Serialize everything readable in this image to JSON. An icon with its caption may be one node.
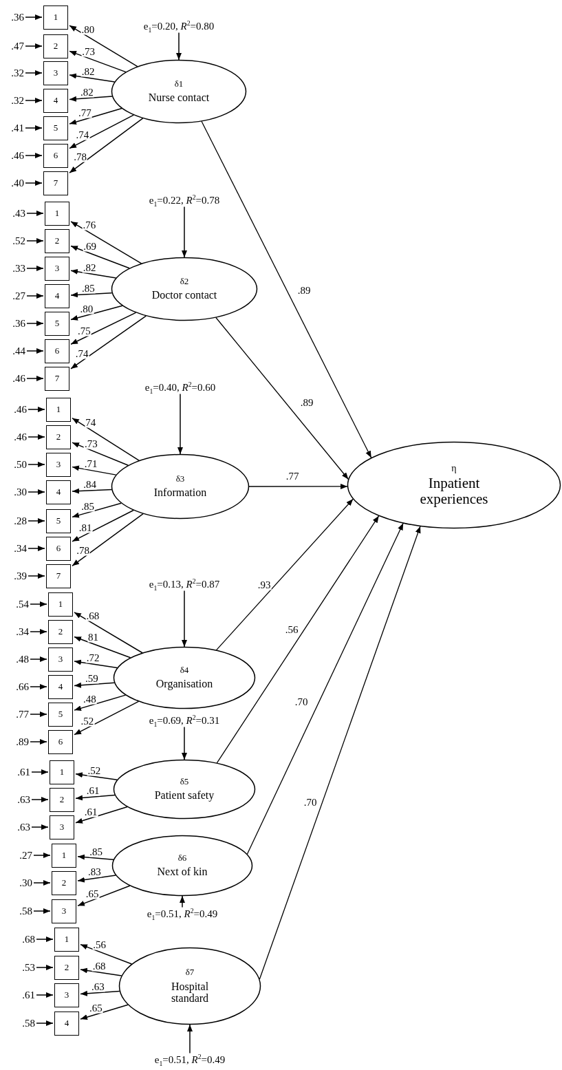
{
  "diagram": {
    "nodes": [
      {
        "text": [
          "e$_{1}$=0.20, *R*$^{2}$=0.80"
        ]
      },
      {
        "text": [
          "δ1",
          "Nurse contact"
        ]
      },
      {
        "text": [
          ".36"
        ]
      },
      {
        "text": [
          "1"
        ]
      },
      {
        "text": [
          ".47"
        ]
      },
      {
        "text": [
          "2"
        ]
      },
      {
        "text": [
          ".32"
        ]
      },
      {
        "text": [
          "3"
        ]
      },
      {
        "text": [
          ".32"
        ]
      },
      {
        "text": [
          "4"
        ]
      },
      {
        "text": [
          ".41"
        ]
      },
      {
        "text": [
          "5"
        ]
      },
      {
        "text": [
          ".46"
        ]
      },
      {
        "text": [
          "6"
        ]
      },
      {
        "text": [
          ".40"
        ]
      },
      {
        "text": [
          "7"
        ]
      },
      {
        "text": [
          "e$_{1}$=0.22, *R*$^{2}$=0.78"
        ]
      },
      {
        "text": [
          "δ2",
          "Doctor contact"
        ]
      },
      {
        "text": [
          ".43"
        ]
      },
      {
        "text": [
          "1"
        ]
      },
      {
        "text": [
          ".52"
        ]
      },
      {
        "text": [
          "2"
        ]
      },
      {
        "text": [
          ".33"
        ]
      },
      {
        "text": [
          "3"
        ]
      },
      {
        "text": [
          ".27"
        ]
      },
      {
        "text": [
          "4"
        ]
      },
      {
        "text": [
          ".36"
        ]
      },
      {
        "text": [
          "5"
        ]
      },
      {
        "text": [
          ".44"
        ]
      },
      {
        "text": [
          "6"
        ]
      },
      {
        "text": [
          ".46"
        ]
      },
      {
        "text": [
          "7"
        ]
      },
      {
        "text": [
          "e$_{1}$=0.40, *R*$^{2}$=0.60"
        ]
      },
      {
        "text": [
          "δ3",
          "Information"
        ]
      },
      {
        "text": [
          ".46"
        ]
      },
      {
        "text": [
          "1"
        ]
      },
      {
        "text": [
          ".46"
        ]
      },
      {
        "text": [
          "2"
        ]
      },
      {
        "text": [
          ".50"
        ]
      },
      {
        "text": [
          "3"
        ]
      },
      {
        "text": [
          ".30"
        ]
      },
      {
        "text": [
          "4"
        ]
      },
      {
        "text": [
          ".28"
        ]
      },
      {
        "text": [
          "5"
        ]
      },
      {
        "text": [
          ".34"
        ]
      },
      {
        "text": [
          "6"
        ]
      },
      {
        "text": [
          ".39"
        ]
      },
      {
        "text": [
          "7"
        ]
      },
      {
        "text": [
          "e$_{1}$=0.13, *R*$^{2}$=0.87"
        ]
      },
      {
        "text": [
          "δ4",
          "Organisation"
        ]
      },
      {
        "text": [
          ".54"
        ]
      },
      {
        "text": [
          "1"
        ]
      },
      {
        "text": [
          ".34"
        ]
      },
      {
        "text": [
          "2"
        ]
      },
      {
        "text": [
          ".48"
        ]
      },
      {
        "text": [
          "3"
        ]
      },
      {
        "text": [
          ".66"
        ]
      },
      {
        "text": [
          "4"
        ]
      },
      {
        "text": [
          ".77"
        ]
      },
      {
        "text": [
          "5"
        ]
      },
      {
        "text": [
          ".89"
        ]
      },
      {
        "text": [
          "6"
        ]
      },
      {
        "text": [
          "e$_{1}$=0.69, *R*$^{2}$=0.31"
        ]
      },
      {
        "text": [
          "δ5",
          "Patient safety"
        ]
      },
      {
        "text": [
          ".61"
        ]
      },
      {
        "text": [
          "1"
        ]
      },
      {
        "text": [
          ".63"
        ]
      },
      {
        "text": [
          "2"
        ]
      },
      {
        "text": [
          ".63"
        ]
      },
      {
        "text": [
          "3"
        ]
      },
      {
        "text": [
          "δ6",
          "Next of kin"
        ]
      },
      {
        "text": [
          ".27"
        ]
      },
      {
        "text": [
          "1"
        ]
      },
      {
        "text": [
          ".30"
        ]
      },
      {
        "text": [
          "2"
        ]
      },
      {
        "text": [
          ".58"
        ]
      },
      {
        "text": [
          "3"
        ]
      },
      {
        "text": [
          "e$_{1}$=0.51, *R*$^{2}$=0.49"
        ]
      },
      {
        "text": [
          "δ7",
          "Hospital standard"
        ]
      },
      {
        "text": [
          ".68"
        ]
      },
      {
        "text": [
          "1"
        ]
      },
      {
        "text": [
          ".53"
        ]
      },
      {
        "text": [
          "2"
        ]
      },
      {
        "text": [
          ".61"
        ]
      },
      {
        "text": [
          "3"
        ]
      },
      {
        "text": [
          ".58"
        ]
      },
      {
        "text": [
          "4"
        ]
      },
      {
        "text": [
          "e$_{1}$=0.51, *R*$^{2}$=0.49"
        ]
      },
      {
        "text": [
          "η",
          "Inpatient experiences"
        ]
      }
    ],
    "edges": [
      {
        "from": 0,
        "to": 1,
        "arrow": "to"
      },
      {
        "from": 1,
        "to": 3,
        "arrow": "to",
        "label": ".80"
      },
      {
        "from": 2,
        "to": 3,
        "arrow": "to"
      },
      {
        "from": 1,
        "to": 5,
        "arrow": "to",
        "label": ".73"
      },
      {
        "from": 4,
        "to": 5,
        "arrow": "to"
      },
      {
        "from": 1,
        "to": 7,
        "arrow": "to",
        "label": ".82"
      },
      {
        "from": 6,
        "to": 7,
        "arrow": "to"
      },
      {
        "from": 1,
        "to": 9,
        "arrow": "to",
        "label": ".82"
      },
      {
        "from": 8,
        "to": 9,
        "arrow": "to"
      },
      {
        "from": 1,
        "to": 11,
        "arrow": "to",
        "label": ".77"
      },
      {
        "from": 10,
        "to": 11,
        "arrow": "to"
      },
      {
        "from": 1,
        "to": 13,
        "arrow": "to",
        "label": ".74"
      },
      {
        "from": 12,
        "to": 13,
        "arrow": "to"
      },
      {
        "from": 1,
        "to": 15,
        "arrow": "to",
        "label": ".78"
      },
      {
        "from": 14,
        "to": 15,
        "arrow": "to"
      },
      {
        "from": 16,
        "to": 17,
        "arrow": "to"
      },
      {
        "from": 17,
        "to": 19,
        "arrow": "to",
        "label": ".76"
      },
      {
        "from": 18,
        "to": 19,
        "arrow": "to"
      },
      {
        "from": 17,
        "to": 21,
        "arrow": "to",
        "label": ".69"
      },
      {
        "from": 20,
        "to": 21,
        "arrow": "to"
      },
      {
        "from": 17,
        "to": 23,
        "arrow": "to",
        "label": ".82"
      },
      {
        "from": 22,
        "to": 23,
        "arrow": "to"
      },
      {
        "from": 17,
        "to": 25,
        "arrow": "to",
        "label": ".85"
      },
      {
        "from": 24,
        "to": 25,
        "arrow": "to"
      },
      {
        "from": 17,
        "to": 27,
        "arrow": "to",
        "label": ".80"
      },
      {
        "from": 26,
        "to": 27,
        "arrow": "to"
      },
      {
        "from": 17,
        "to": 29,
        "arrow": "to",
        "label": ".75"
      },
      {
        "from": 28,
        "to": 29,
        "arrow": "to"
      },
      {
        "from": 17,
        "to": 31,
        "arrow": "to",
        "label": ".74"
      },
      {
        "from": 30,
        "to": 31,
        "arrow": "to"
      },
      {
        "from": 32,
        "to": 33,
        "arrow": "to"
      },
      {
        "from": 33,
        "to": 35,
        "arrow": "to",
        "label": "74"
      },
      {
        "from": 34,
        "to": 35,
        "arrow": "to"
      },
      {
        "from": 33,
        "to": 37,
        "arrow": "to",
        "label": ".73"
      },
      {
        "from": 36,
        "to": 37,
        "arrow": "to"
      },
      {
        "from": 33,
        "to": 39,
        "arrow": "to",
        "label": ".71"
      },
      {
        "from": 38,
        "to": 39,
        "arrow": "to"
      },
      {
        "from": 33,
        "to": 41,
        "arrow": "to",
        "label": ".84"
      },
      {
        "from": 40,
        "to": 41,
        "arrow": "to"
      },
      {
        "from": 33,
        "to": 43,
        "arrow": "to",
        "label": ".85"
      },
      {
        "from": 42,
        "to": 43,
        "arrow": "to"
      },
      {
        "from": 33,
        "to": 45,
        "arrow": "to",
        "label": ".81"
      },
      {
        "from": 44,
        "to": 45,
        "arrow": "to"
      },
      {
        "from": 33,
        "to": 47,
        "arrow": "to",
        "label": ".78"
      },
      {
        "from": 46,
        "to": 47,
        "arrow": "to"
      },
      {
        "from": 48,
        "to": 49,
        "arrow": "to"
      },
      {
        "from": 49,
        "to": 51,
        "arrow": "to",
        "label": ".68"
      },
      {
        "from": 50,
        "to": 51,
        "arrow": "to"
      },
      {
        "from": 49,
        "to": 53,
        "arrow": "to",
        "label": "81"
      },
      {
        "from": 52,
        "to": 53,
        "arrow": "to"
      },
      {
        "from": 49,
        "to": 55,
        "arrow": "to",
        "label": ".72"
      },
      {
        "from": 54,
        "to": 55,
        "arrow": "to"
      },
      {
        "from": 49,
        "to": 57,
        "arrow": "to",
        "label": ".59"
      },
      {
        "from": 56,
        "to": 57,
        "arrow": "to"
      },
      {
        "from": 49,
        "to": 59,
        "arrow": "to",
        "label": ".48"
      },
      {
        "from": 58,
        "to": 59,
        "arrow": "to"
      },
      {
        "from": 49,
        "to": 61,
        "arrow": "to",
        "label": ".52"
      },
      {
        "from": 60,
        "to": 61,
        "arrow": "to"
      },
      {
        "from": 62,
        "to": 63,
        "arrow": "to"
      },
      {
        "from": 63,
        "to": 65,
        "arrow": "to",
        "label": ".52"
      },
      {
        "from": 64,
        "to": 65,
        "arrow": "to"
      },
      {
        "from": 63,
        "to": 67,
        "arrow": "to",
        "label": ".61"
      },
      {
        "from": 66,
        "to": 67,
        "arrow": "to"
      },
      {
        "from": 63,
        "to": 69,
        "arrow": "to",
        "label": ".61"
      },
      {
        "from": 68,
        "to": 69,
        "arrow": "to"
      },
      {
        "from": 77,
        "to": 70,
        "arrow": "to"
      },
      {
        "from": 70,
        "to": 72,
        "arrow": "to",
        "label": ".85"
      },
      {
        "from": 71,
        "to": 72,
        "arrow": "to"
      },
      {
        "from": 70,
        "to": 74,
        "arrow": "to",
        "label": ".83"
      },
      {
        "from": 73,
        "to": 74,
        "arrow": "to"
      },
      {
        "from": 70,
        "to": 76,
        "arrow": "to",
        "label": ".65"
      },
      {
        "from": 75,
        "to": 76,
        "arrow": "to"
      },
      {
        "from": 87,
        "to": 78,
        "arrow": "to"
      },
      {
        "from": 78,
        "to": 80,
        "arrow": "to",
        "label": ".56"
      },
      {
        "from": 79,
        "to": 80,
        "arrow": "to"
      },
      {
        "from": 78,
        "to": 82,
        "arrow": "to",
        "label": ".68"
      },
      {
        "from": 81,
        "to": 82,
        "arrow": "to"
      },
      {
        "from": 78,
        "to": 84,
        "arrow": "to",
        "label": ".63"
      },
      {
        "from": 83,
        "to": 84,
        "arrow": "to"
      },
      {
        "from": 78,
        "to": 86,
        "arrow": "to",
        "label": ".65"
      },
      {
        "from": 85,
        "to": 86,
        "arrow": "to"
      },
      {
        "from": 1,
        "to": 88,
        "arrow": "to",
        "label": ".89"
      },
      {
        "from": 17,
        "to": 88,
        "arrow": "to",
        "label": ".89"
      },
      {
        "from": 33,
        "to": 88,
        "arrow": "to",
        "label": ".77"
      },
      {
        "from": 49,
        "to": 88,
        "arrow": "to",
        "label": ".93"
      },
      {
        "from": 63,
        "to": 88,
        "arrow": "to",
        "label": ".56"
      },
      {
        "from": 70,
        "to": 88,
        "arrow": "to",
        "label": ".70"
      },
      {
        "from": 78,
        "to": 88,
        "arrow": "to",
        "label": ".70"
      }
    ]
  }
}
